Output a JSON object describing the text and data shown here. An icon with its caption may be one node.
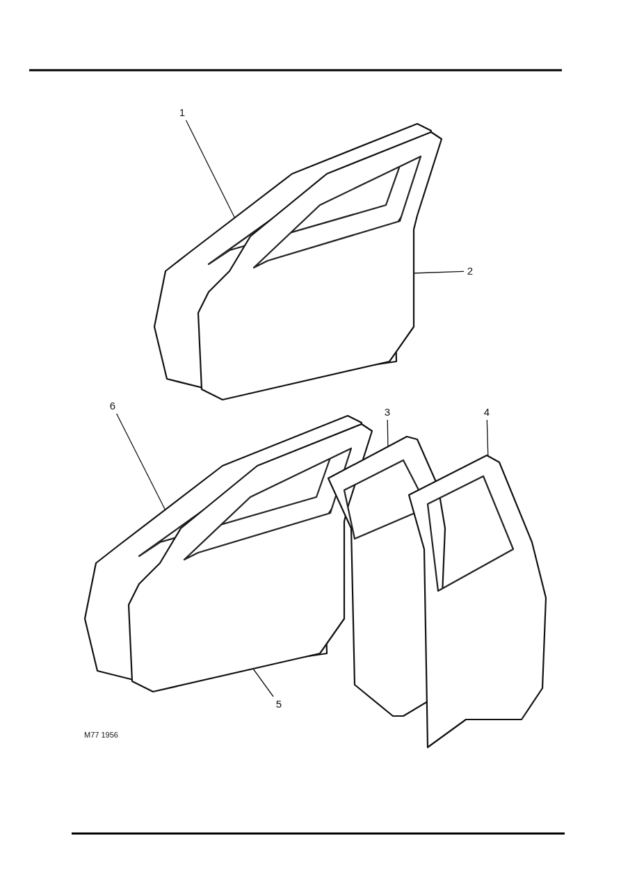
{
  "diagram": {
    "nodes": [
      {
        "text": [
          "1"
        ]
      },
      {
        "text": [
          "2"
        ]
      },
      {
        "text": [
          "3"
        ]
      },
      {
        "text": [
          "4"
        ]
      },
      {
        "text": [
          "6"
        ]
      },
      {
        "text": [
          "5"
        ]
      },
      {
        "text": [],
        "shape": "picture"
      },
      {
        "text": [],
        "shape": "picture"
      },
      {
        "text": [],
        "shape": "picture"
      },
      {
        "text": [],
        "shape": "picture"
      },
      {
        "text": [],
        "shape": "picture"
      },
      {
        "text": [],
        "shape": "picture"
      }
    ],
    "edges": [
      {
        "from": 0,
        "to": 6,
        "arrow": "none"
      },
      {
        "from": 1,
        "to": 7,
        "arrow": "none"
      },
      {
        "from": 2,
        "to": 8,
        "arrow": "none"
      },
      {
        "from": 3,
        "to": 9,
        "arrow": "none"
      },
      {
        "from": 4,
        "to": 10,
        "arrow": "none"
      },
      {
        "from": 5,
        "to": 11,
        "arrow": "none"
      }
    ],
    "labels": [
      "M77 1956"
    ]
  }
}
